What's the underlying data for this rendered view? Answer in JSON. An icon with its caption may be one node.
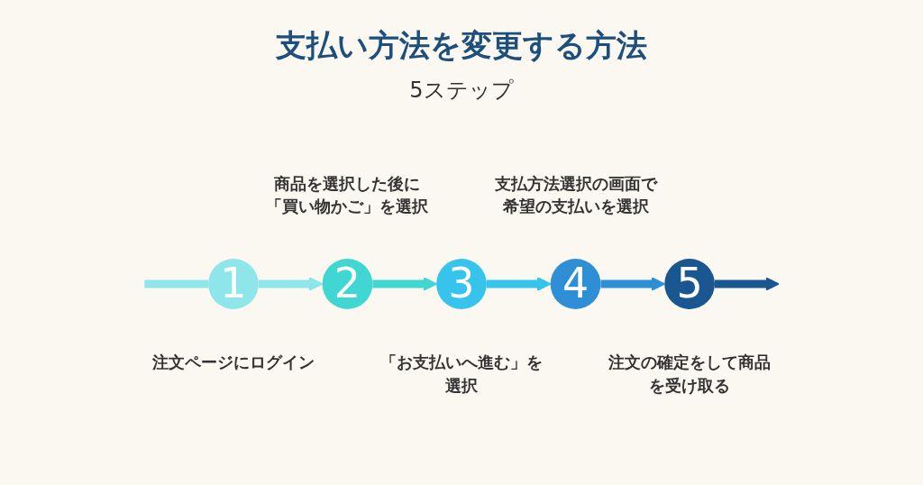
{
  "diagram": {
    "title": "支払い方法を変更する方法",
    "nodes": [
      {
        "text": [
          "1"
        ],
        "beside": [
          "注文ページにログイン"
        ]
      },
      {
        "text": [
          "2"
        ],
        "beside": [
          "商品を選択した後に「買い物かご」を選択"
        ]
      },
      {
        "text": [
          "3"
        ],
        "beside": [
          "「お支払いへ進む」を選択"
        ]
      },
      {
        "text": [
          "4"
        ],
        "beside": [
          "支払方法選択の画面で希望の支払いを選択"
        ]
      },
      {
        "text": [
          "5"
        ],
        "beside": [
          "注文の確定をして商品を受け取る"
        ]
      }
    ],
    "edges": [
      {
        "from": null,
        "to": 0,
        "arrow": "none",
        "color": "#8ee6ea"
      },
      {
        "from": 0,
        "to": 1,
        "arrow": "to",
        "color": "#8ee6ea"
      },
      {
        "from": 1,
        "to": 2,
        "arrow": "to",
        "color": "#40d6d2"
      },
      {
        "from": 2,
        "to": 3,
        "arrow": "to",
        "color": "#36c3ec"
      },
      {
        "from": 3,
        "to": 4,
        "arrow": "to",
        "color": "#2e8fd6"
      },
      {
        "from": 4,
        "to": null,
        "arrow": "to",
        "color": "#1a5790"
      }
    ],
    "labels": [
      "5ステップ"
    ]
  }
}
